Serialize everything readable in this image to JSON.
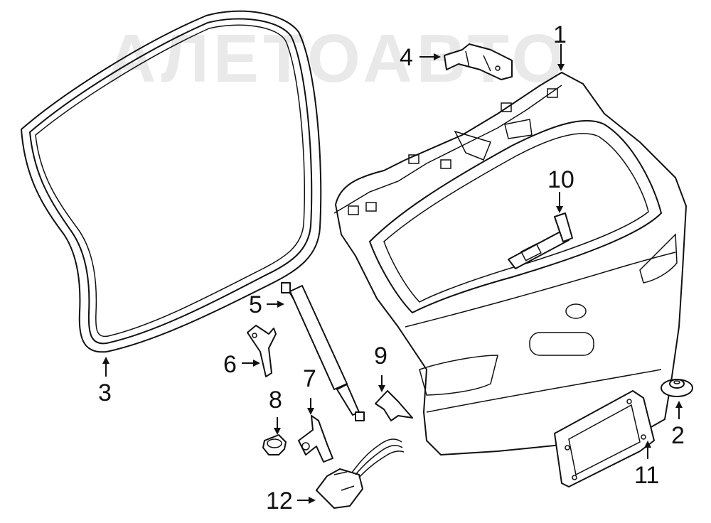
{
  "watermark": {
    "text": "АЛЕТОАВТО"
  },
  "callouts": [
    {
      "id": "1",
      "label": "1"
    },
    {
      "id": "2",
      "label": "2"
    },
    {
      "id": "3",
      "label": "3"
    },
    {
      "id": "4",
      "label": "4"
    },
    {
      "id": "5",
      "label": "5"
    },
    {
      "id": "6",
      "label": "6"
    },
    {
      "id": "7",
      "label": "7"
    },
    {
      "id": "8",
      "label": "8"
    },
    {
      "id": "9",
      "label": "9"
    },
    {
      "id": "10",
      "label": "10"
    },
    {
      "id": "11",
      "label": "11"
    },
    {
      "id": "12",
      "label": "12"
    }
  ]
}
